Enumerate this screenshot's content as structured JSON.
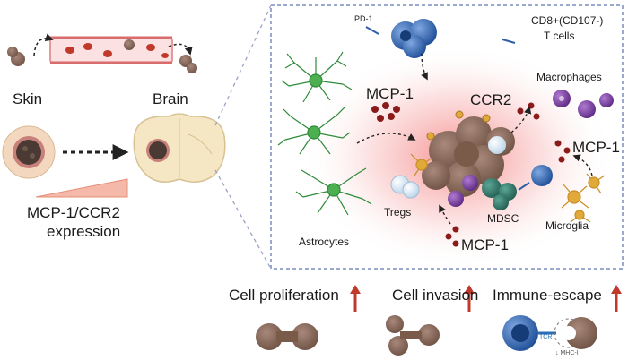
{
  "left_panel": {
    "skin_label": "Skin",
    "brain_label": "Brain",
    "expression_line1": "MCP-1/CCR2",
    "expression_line2": "expression"
  },
  "inset": {
    "pd1_label": "PD-1",
    "cd8_line1": "CD8+(CD107-)",
    "cd8_line2": "T cells",
    "mcp1_left": "MCP-1",
    "ccr2_label": "CCR2",
    "macrophages_label": "Macrophages",
    "mcp1_right": "MCP-1",
    "tregs_label": "Tregs",
    "mdsc_label": "MDSC",
    "microglia_label": "Microglia",
    "astrocytes_label": "Astrocytes",
    "mcp1_bottom": "MCP-1"
  },
  "outcomes": {
    "proliferation": "Cell proliferation",
    "invasion": "Cell invasion",
    "immune_escape": "Immune-escape",
    "tcr_label": "TCR",
    "mhc_label": "↓ MHC-I"
  },
  "colors": {
    "tumor": "#8a6a55",
    "arrow_red": "#c0392b",
    "tcell_blue": "#2f5fa8",
    "astrocyte_green": "#2e8b3a",
    "microglia_gold": "#e0a93a",
    "macrophage_purple": "#7b3fa0",
    "mdsc_teal": "#2f7a6a",
    "chemokine": "#8b1a1a",
    "inset_border": "#7a8bbf"
  }
}
